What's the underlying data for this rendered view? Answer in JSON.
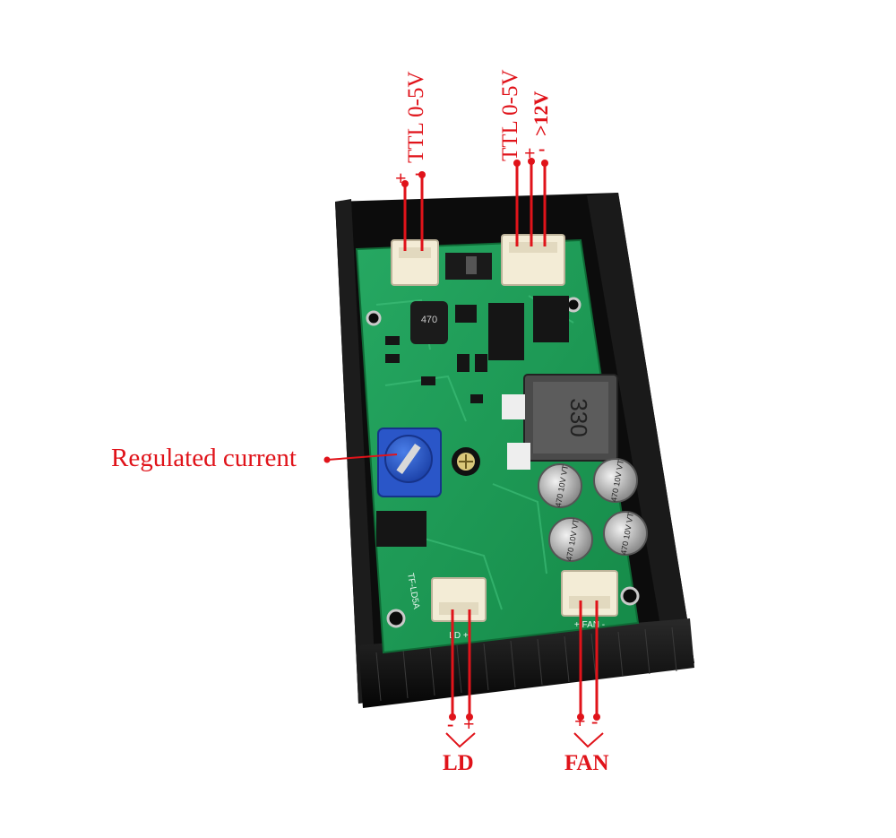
{
  "labels": {
    "ttl_left": "TTL 0-5V",
    "ttl_right": "TTL 0-5V",
    "v12": ">12V",
    "regulated": "Regulated current",
    "ld": "LD",
    "fan": "FAN"
  },
  "signs": {
    "ttl_left_plus": "+",
    "ttl_left_minus": "-",
    "ttl_right_plus": "+",
    "ttl_right_minus": "-",
    "ld_minus": "-",
    "ld_plus": "+",
    "fan_plus": "+",
    "fan_minus": "-"
  },
  "board_text": {
    "inductor_small": "470",
    "inductor_large": "330",
    "cap1": "470 10V VT",
    "cap2": "470 10V VT",
    "cap3": "470 10V VT",
    "cap4": "470 10V VT",
    "silk_ld": "LD +",
    "silk_fan": "+ FAN -",
    "silk_model": "TF-LD5A"
  },
  "colors": {
    "annotation": "#e0131a",
    "pcb": "#1f9a55",
    "heatsink": "#111111"
  }
}
